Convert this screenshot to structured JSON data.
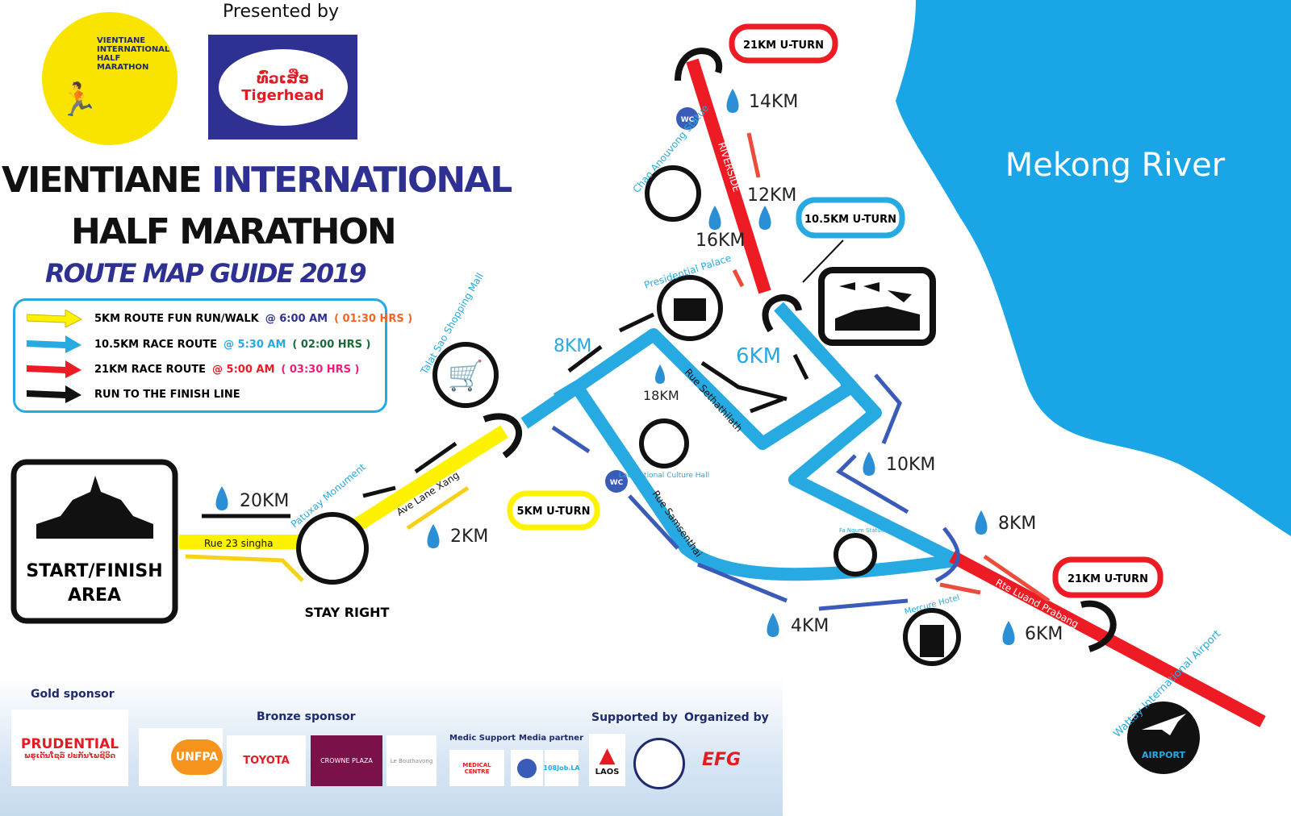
{
  "header": {
    "presented_by": "Presented by",
    "presenter_logo_text": "ທົ່ວເສືອ Tigerhead",
    "event_logo_text": "VIENTIANE INTERNATIONAL HALF MARATHON",
    "title_part1": "VIENTIANE",
    "title_part2": "INTERNATIONAL",
    "title_line2": "HALF MARATHON",
    "subtitle": "ROUTE MAP GUIDE 2019"
  },
  "legend": [
    {
      "route": "5KM ROUTE FUN RUN/WALK",
      "start": "@ 6:00 AM",
      "duration": "( 01:30 HRS )",
      "arrow_color": "#fff200",
      "start_color": "#2e3192",
      "duration_color": "#f26522"
    },
    {
      "route": "10.5KM RACE ROUTE",
      "start": "@ 5:30 AM",
      "duration": "( 02:00 HRS )",
      "arrow_color": "#27aae1",
      "start_color": "#27aae1",
      "duration_color": "#1b6b3a"
    },
    {
      "route": "21KM RACE ROUTE",
      "start": "@ 5:00 AM",
      "duration": "( 03:30 HRS )",
      "arrow_color": "#ed1c24",
      "start_color": "#ed1c24",
      "duration_color": "#ec1e79"
    },
    {
      "route": "RUN TO THE FINISH LINE",
      "start": "",
      "duration": "",
      "arrow_color": "#111111"
    }
  ],
  "map": {
    "river": "Mekong River",
    "start_finish": [
      "START/FINISH",
      "AREA"
    ],
    "stay_right": "STAY RIGHT",
    "uturns": {
      "u21_top": "21KM U-TURN",
      "u105": "10.5KM U-TURN",
      "u5": "5KM U-TURN",
      "u21_right": "21KM U-TURN"
    },
    "roads": {
      "rue23": "Rue 23 singha",
      "lanexang": "Ave Lane Xang",
      "riverside": "RIVERSIDE",
      "sethathilath": "Rue Sethathilath",
      "samsenthai": "Rue Samsenthai",
      "luang": "Rte Luand Prabang"
    },
    "landmarks": {
      "patuxay": "Patuxay Monument",
      "talat": "Talat Sao Shopping Mall",
      "palace": "Presidential Palace",
      "chao": "Chao Anouvong Statue",
      "culture": "Lao National Culture Hall",
      "fangum": "Fa Ngum Statue",
      "mercure": "Mercure Hotel",
      "airport_name": "Wattay International Airport",
      "airport": "AIRPORT",
      "wc": "WC"
    },
    "km": {
      "k20": "20KM",
      "k2": "2KM",
      "k8a": "8KM",
      "k18": "18KM",
      "k16": "16KM",
      "k14": "14KM",
      "k12": "12KM",
      "k6a": "6KM",
      "k10": "10KM",
      "k8b": "8KM",
      "k4": "4KM",
      "k6b": "6KM"
    }
  },
  "sponsors": {
    "gold_heading": "Gold sponsor",
    "bronze_heading": "Bronze sponsor",
    "medic_heading": "Medic Support",
    "media_heading": "Media partner",
    "supported_heading": "Supported by",
    "organized_heading": "Organized by",
    "gold": [
      "PRUDENTIAL",
      "ພຣູເດັນໂຊລ໌ ປະກັນໄພຊີວິດ"
    ],
    "bronze": [
      "UNFPA",
      "TOYOTA",
      "CROWNE PLAZA",
      "Le Bouthavong"
    ],
    "medic": "MEDICAL CENTRE",
    "media": [
      "",
      "108Job.LA"
    ],
    "supported": "LAOS",
    "organized": "EFG"
  }
}
